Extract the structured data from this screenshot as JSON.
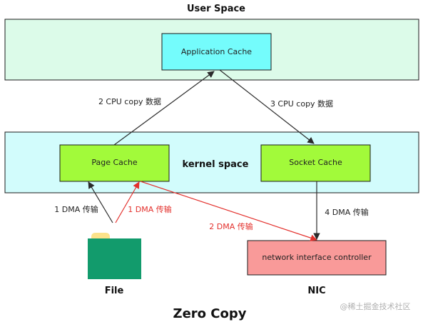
{
  "colors": {
    "user_space_fill": "#dcfbe9",
    "kernel_space_fill": "#d2fcfc",
    "app_cache_fill": "#74fcfc",
    "cache_fill": "#a2fa3a",
    "nic_fill": "#f99a99",
    "file_green": "#129b6c",
    "file_tab": "#fbe28a",
    "black_arrow": "#2b2b2b",
    "red_arrow": "#e3302c"
  },
  "regions": {
    "user_space": "User Space",
    "kernel_space": "kernel space"
  },
  "nodes": {
    "application_cache": "Application Cache",
    "page_cache": "Page Cache",
    "socket_cache": "Socket Cache",
    "nic_controller": "network interface controller",
    "file": "File",
    "nic": "NIC"
  },
  "edges": {
    "cpu_copy_up": "2 CPU copy 数据",
    "cpu_copy_down": "3 CPU copy 数据",
    "dma_file_black": "1 DMA 传输",
    "dma_file_red": "1 DMA 传输",
    "dma_page_to_nic": "2 DMA 传输",
    "dma_socket_to_nic": "4 DMA 传输"
  },
  "title": "Zero Copy",
  "watermark": "@稀土掘金技术社区"
}
